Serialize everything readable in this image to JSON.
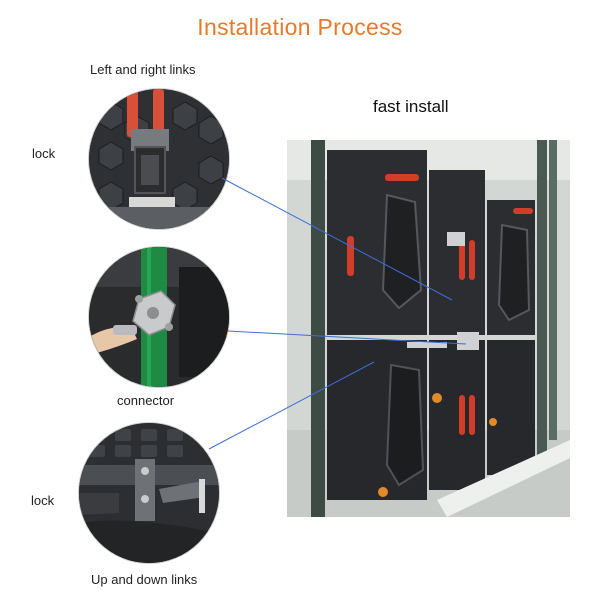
{
  "title": "Installation Process",
  "labels": {
    "left_right_links": "Left and right links",
    "lock_top": "lock",
    "connector": "connector",
    "lock_bottom": "lock",
    "up_down_links": "Up and down links",
    "fast_install": "fast install"
  },
  "colors": {
    "title": "#e8792b",
    "callout_line": "#3a6fd8",
    "cabinet_dark": "#2b2d30",
    "handle_red": "#d23c2a",
    "green_post": "#1f8a43"
  }
}
